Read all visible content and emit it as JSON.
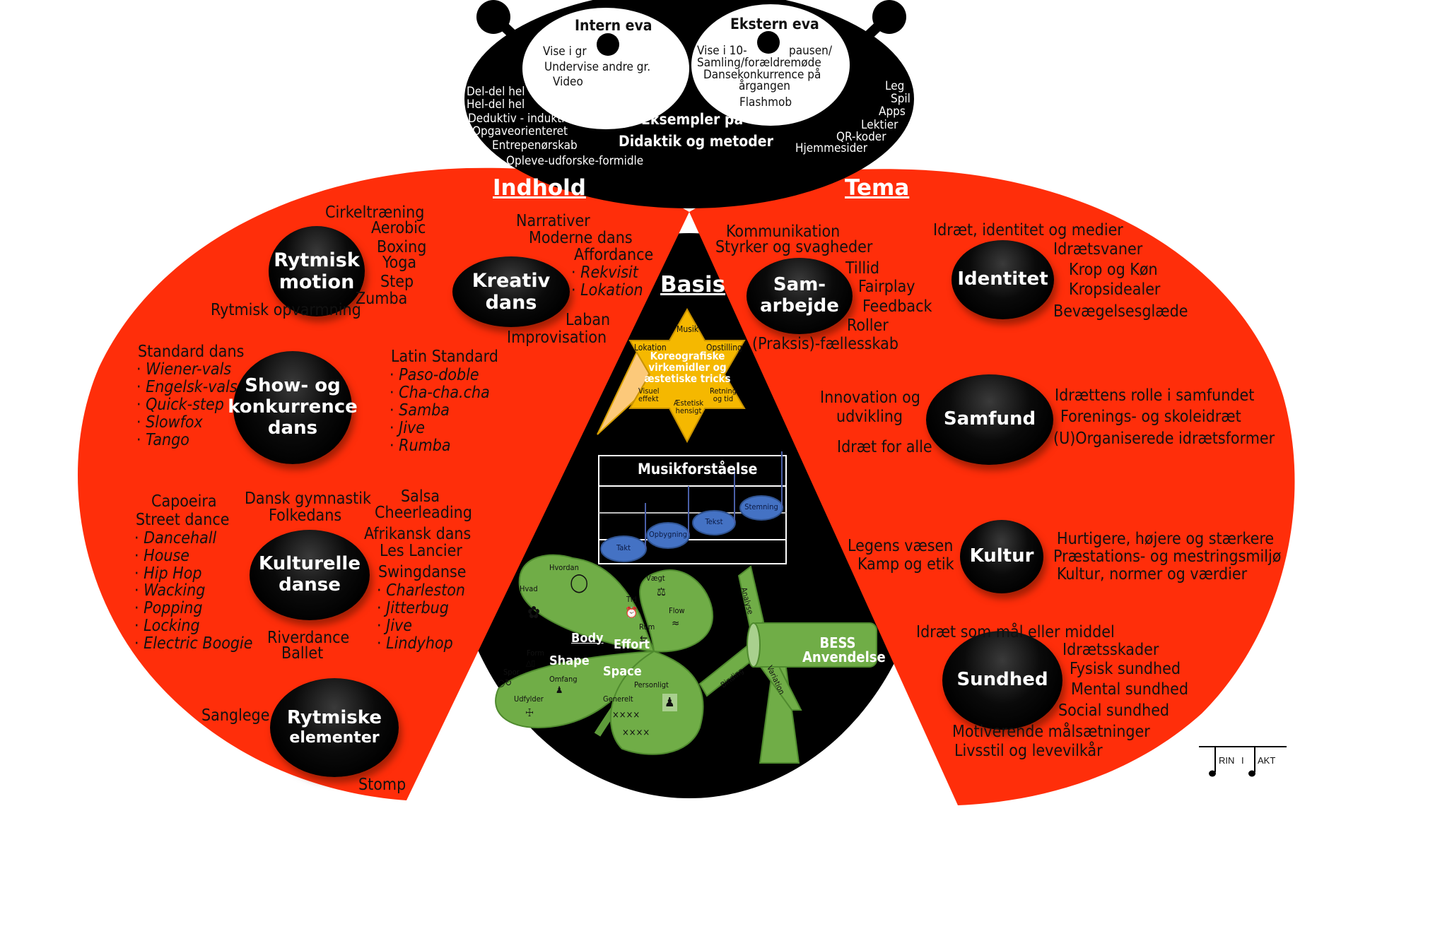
{
  "colors": {
    "wing_red": "#ff2e0a",
    "body_black": "#000000",
    "eye_white": "#ffffff",
    "star_gold": "#f5b800",
    "star_light": "#fcc97a",
    "clover_green": "#70ad47",
    "note_blue": "#4472c4",
    "text_dark": "#111111"
  },
  "head": {
    "intern_eva": {
      "title": "Intern eva",
      "items": [
        "Vise i gr",
        "Undervise andre gr.",
        "Video"
      ]
    },
    "ekstern_eva": {
      "title": "Ekstern eva",
      "items": [
        "Vise i 10-",
        "pausen/",
        "Samling/forældremøde",
        "Dansekonkurrence på",
        "årgangen",
        "Flashmob"
      ]
    },
    "left_methods": [
      "Del-del hel",
      "Hel-del hel",
      "Deduktiv - induktiv",
      "Opgaveorienteret",
      "Entrepenørskab",
      "Opleve-udforske-formidle"
    ],
    "center_title_1": "Eksempler på",
    "center_title_2": "Didaktik og metoder",
    "right_methods": [
      "Leg",
      "Spil",
      "Apps",
      "Lektier",
      "QR-koder",
      "Hjemmesider"
    ]
  },
  "left_wing": {
    "heading": "Indhold",
    "rytmisk_motion": {
      "node": [
        "Rytmisk",
        "motion"
      ],
      "items": [
        "Cirkeltræning",
        "Aerobic",
        "Boxing",
        "Yoga",
        "Step",
        "Zumba",
        "Rytmisk opvarmning"
      ]
    },
    "kreativ_dans": {
      "node": [
        "Kreativ",
        "dans"
      ],
      "items": [
        "Narrativer",
        "Moderne dans",
        "Affordance",
        "Rekvisit",
        "Lokation",
        "Laban",
        "Improvisation"
      ]
    },
    "show_dans": {
      "node": [
        "Show- og",
        "konkurrence",
        "dans"
      ],
      "standard_title": "Standard dans",
      "standard_items": [
        "Wiener-vals",
        "Engelsk-vals",
        "Quick-step",
        "Slowfox",
        "Tango"
      ],
      "latin_title": "Latin Standard",
      "latin_items": [
        "Paso-doble",
        "Cha-cha.cha",
        "Samba",
        "Jive",
        "Rumba"
      ]
    },
    "kulturelle_danse": {
      "node": [
        "Kulturelle",
        "danse"
      ],
      "left_items": [
        "Capoeira",
        "Street dance"
      ],
      "street_items": [
        "Dancehall",
        "House",
        "Hip Hop",
        "Wacking",
        "Popping",
        "Locking",
        "Electric Boogie"
      ],
      "top_items": [
        "Dansk gymnastik",
        "Folkedans"
      ],
      "right_items": [
        "Salsa",
        "Cheerleading",
        "Afrikansk dans",
        "Les Lancier",
        "Swingdanse"
      ],
      "swing_items": [
        "Charleston",
        "Jitterbug",
        "Jive",
        "Lindyhop"
      ],
      "bottom_items": [
        "Riverdance",
        "Ballet"
      ]
    },
    "rytmiske_elementer": {
      "node": [
        "Rytmiske",
        "elementer"
      ],
      "items": [
        "Sanglege",
        "Stomp"
      ]
    }
  },
  "basis": {
    "heading": "Basis",
    "star": {
      "title": "Koreografiske virkemidler og æstetiske tricks",
      "title_lines": [
        "Koreografiske",
        "virkemidler og",
        "æstetiske tricks"
      ],
      "points": [
        "Musik",
        "Lokation",
        "Opstilling",
        "Visuel effekt",
        "Retning og tid",
        "Æstetisk hensigt"
      ]
    },
    "musik": {
      "title": "Musikforståelse",
      "notes": [
        "Takt",
        "Opbygning",
        "Tekst",
        "Stemning"
      ]
    },
    "clover": {
      "leaves": [
        {
          "name": "Body",
          "items": [
            "Hvordan",
            "Hvad"
          ]
        },
        {
          "name": "Effort",
          "items": [
            "Vægt",
            "Tid",
            "Flow",
            "Rum"
          ]
        },
        {
          "name": "Shape",
          "items": [
            "Form",
            "Spor",
            "Omfang",
            "Udfylder"
          ]
        },
        {
          "name": "Space",
          "items": [
            "Personligt",
            "Generelt"
          ]
        }
      ]
    },
    "bess": {
      "title_1": "BESS",
      "title_2": "Anvendelse",
      "blades": [
        "Analyse",
        "Binding",
        "Variation"
      ]
    }
  },
  "right_wing": {
    "heading": "Tema",
    "samarbejde": {
      "node": [
        "Sam-",
        "arbejde"
      ],
      "items": [
        "Kommunikation",
        "Styrker og svagheder",
        "Tillid",
        "Fairplay",
        "Feedback",
        "Roller",
        "(Praksis)-fællesskab"
      ]
    },
    "identitet": {
      "node": [
        "Identitet"
      ],
      "items": [
        "Idræt, identitet og medier",
        "Idrætsvaner",
        "Krop og Køn",
        "Kropsidealer",
        "Bevægelsesglæde"
      ]
    },
    "samfund": {
      "node": [
        "Samfund"
      ],
      "left_items": [
        "Innovation og",
        "udvikling",
        "Idræt for alle"
      ],
      "right_items": [
        "Idrættens rolle i samfundet",
        "Forenings- og skoleidræt",
        "(U)Organiserede idrætsformer"
      ]
    },
    "kultur": {
      "node": [
        "Kultur"
      ],
      "left_items": [
        "Legens væsen",
        "Kamp og etik"
      ],
      "right_items": [
        "Hurtigere, højere og stærkere",
        "Præstations- og mestringsmiljø",
        "Kultur, normer og værdier"
      ]
    },
    "sundhed": {
      "node": [
        "Sundhed"
      ],
      "items": [
        "Idræt som mål eller middel",
        "Idrætsskader",
        "Fysisk sundhed",
        "Mental sundhed",
        "Social sundhed",
        "Motiverende målsætninger",
        "Livsstil og levevilkår"
      ]
    }
  },
  "logo": {
    "part_1": "RIN",
    "part_2": "I",
    "part_3": "AKT"
  }
}
